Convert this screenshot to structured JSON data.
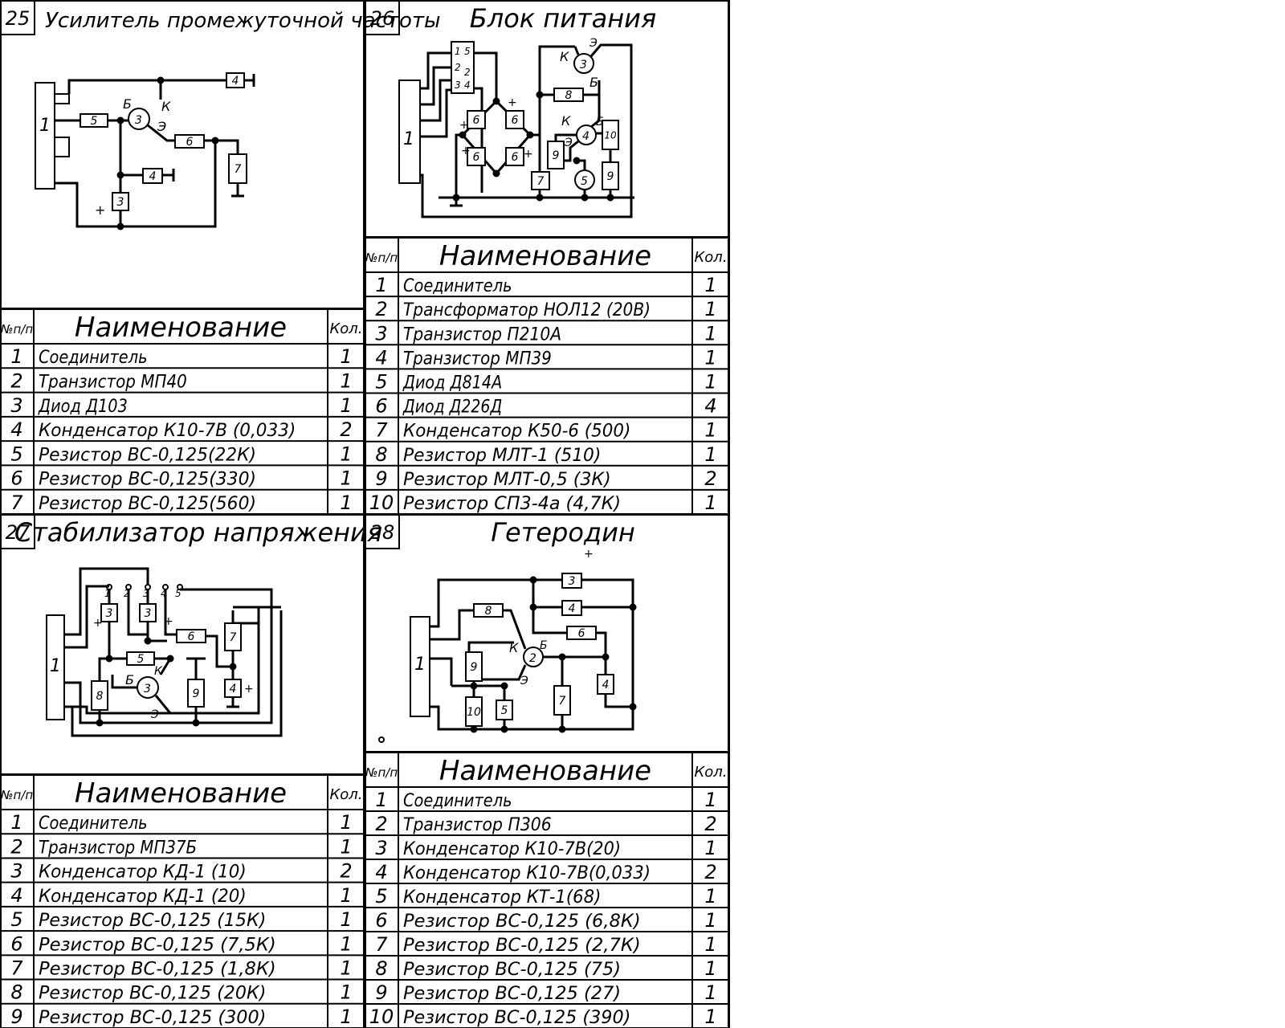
{
  "panels": [
    {
      "number": "25",
      "title": "Усилитель промежуточной частоты",
      "diagram": {
        "element_labels": [
          "1",
          "5",
          "3",
          "Б",
          "К",
          "Э",
          "6",
          "4",
          "4",
          "7",
          "3",
          "+"
        ]
      },
      "table": {
        "headers": {
          "num": "№п/п",
          "name": "Наименование",
          "qty": "Кол."
        },
        "rows": [
          {
            "num": "1",
            "name": "Соединитель",
            "qty": "1"
          },
          {
            "num": "2",
            "name": "Транзистор МП40",
            "qty": "1"
          },
          {
            "num": "3",
            "name": "Диод Д103",
            "qty": "1"
          },
          {
            "num": "4",
            "name": "Конденсатор К10-7В (0,033)",
            "qty": "2"
          },
          {
            "num": "5",
            "name": "Резистор ВС-0,125(22К)",
            "qty": "1"
          },
          {
            "num": "6",
            "name": "Резистор ВС-0,125(330)",
            "qty": "1"
          },
          {
            "num": "7",
            "name": "Резистор ВС-0,125(560)",
            "qty": "1"
          }
        ]
      }
    },
    {
      "number": "26",
      "title": "Блок питания",
      "diagram": {
        "element_labels": [
          "1",
          "1",
          "5",
          "2",
          "2",
          "3",
          "4",
          "6",
          "6",
          "6",
          "6",
          "+",
          "+",
          "+",
          "+",
          "7",
          "8",
          "9",
          "9",
          "10",
          "3",
          "4",
          "5",
          "К",
          "Э",
          "Б",
          "К",
          "Б",
          "Э"
        ]
      },
      "table": {
        "headers": {
          "num": "№п/п",
          "name": "Наименование",
          "qty": "Кол."
        },
        "rows": [
          {
            "num": "1",
            "name": "Соединитель",
            "qty": "1"
          },
          {
            "num": "2",
            "name": "Трансформатор НОЛ12 (20В)",
            "qty": "1"
          },
          {
            "num": "3",
            "name": "Транзистор П210А",
            "qty": "1"
          },
          {
            "num": "4",
            "name": "Транзистор МП39",
            "qty": "1"
          },
          {
            "num": "5",
            "name": "Диод Д814А",
            "qty": "1"
          },
          {
            "num": "6",
            "name": "Диод Д226Д",
            "qty": "4"
          },
          {
            "num": "7",
            "name": "Конденсатор К50-6 (500)",
            "qty": "1"
          },
          {
            "num": "8",
            "name": "Резистор МЛТ-1 (510)",
            "qty": "1"
          },
          {
            "num": "9",
            "name": "Резистор МЛТ-0,5 (3К)",
            "qty": "2"
          },
          {
            "num": "10",
            "name": "Резистор СП3-4а (4,7К)",
            "qty": "1"
          }
        ]
      }
    },
    {
      "number": "27",
      "title": "Стабилизатор напряжения",
      "diagram": {
        "element_labels": [
          "1",
          "1",
          "2",
          "3",
          "4",
          "5",
          "3",
          "3",
          "+",
          "+",
          "6",
          "5",
          "7",
          "4",
          "+",
          "8",
          "3",
          "Б",
          "К",
          "Э",
          "9"
        ]
      },
      "table": {
        "headers": {
          "num": "№п/п",
          "name": "Наименование",
          "qty": "Кол."
        },
        "rows": [
          {
            "num": "1",
            "name": "Соединитель",
            "qty": "1"
          },
          {
            "num": "2",
            "name": "Транзистор МП37Б",
            "qty": "1"
          },
          {
            "num": "3",
            "name": "Конденсатор КД-1 (10)",
            "qty": "2"
          },
          {
            "num": "4",
            "name": "Конденсатор КД-1 (20)",
            "qty": "1"
          },
          {
            "num": "5",
            "name": "Резистор ВС-0,125 (15К)",
            "qty": "1"
          },
          {
            "num": "6",
            "name": "Резистор ВС-0,125 (7,5К)",
            "qty": "1"
          },
          {
            "num": "7",
            "name": "Резистор ВС-0,125 (1,8К)",
            "qty": "1"
          },
          {
            "num": "8",
            "name": "Резистор ВС-0,125 (20К)",
            "qty": "1"
          },
          {
            "num": "9",
            "name": "Резистор ВС-0,125 (300)",
            "qty": "1"
          }
        ]
      }
    },
    {
      "number": "28",
      "title": "Гетеродин",
      "diagram": {
        "element_labels": [
          "+",
          "1",
          "3",
          "4",
          "8",
          "6",
          "К",
          "Б",
          "2",
          "Э",
          "9",
          "10",
          "5",
          "7",
          "4"
        ]
      },
      "table": {
        "headers": {
          "num": "№п/п",
          "name": "Наименование",
          "qty": "Кол."
        },
        "rows": [
          {
            "num": "1",
            "name": "Соединитель",
            "qty": "1"
          },
          {
            "num": "2",
            "name": "Транзистор П306",
            "qty": "2"
          },
          {
            "num": "3",
            "name": "Конденсатор К10-7В(20)",
            "qty": "1"
          },
          {
            "num": "4",
            "name": "Конденсатор К10-7В(0,033)",
            "qty": "2"
          },
          {
            "num": "5",
            "name": "Конденсатор КТ-1(68)",
            "qty": "1"
          },
          {
            "num": "6",
            "name": "Резистор ВС-0,125 (6,8К)",
            "qty": "1"
          },
          {
            "num": "7",
            "name": "Резистор ВС-0,125 (2,7К)",
            "qty": "1"
          },
          {
            "num": "8",
            "name": "Резистор ВС-0,125 (75)",
            "qty": "1"
          },
          {
            "num": "9",
            "name": "Резистор ВС-0,125 (27)",
            "qty": "1"
          },
          {
            "num": "10",
            "name": "Резистор ВС-0,125 (390)",
            "qty": "1"
          }
        ]
      }
    }
  ]
}
